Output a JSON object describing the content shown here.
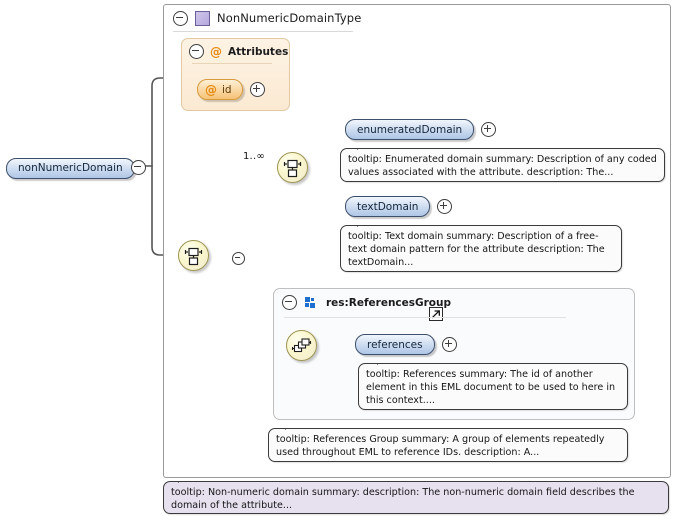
{
  "diagram": {
    "root_element": {
      "label": "nonNumericDomain",
      "expander": "minus-icon"
    },
    "type_container": {
      "title": "NonNumericDomainType",
      "icon": "type-square-icon",
      "expander": "minus-icon"
    },
    "attributes_panel": {
      "title": "Attributes",
      "icon": "at-icon",
      "expander": "minus-icon",
      "items": [
        {
          "label": "id",
          "icon": "at-icon",
          "expander": "plus-icon"
        }
      ]
    },
    "choice_node": {
      "icon": "choice-icon",
      "occurs": "1..∞",
      "expander": "minus-icon"
    },
    "sequence_node_root": {
      "icon": "choice-icon",
      "expander": "minus-icon"
    },
    "sequence_node_group": {
      "icon": "sequence-icon",
      "expander": "minus-icon"
    },
    "elements": [
      {
        "label": "enumeratedDomain",
        "expander": "plus-icon"
      },
      {
        "label": "textDomain",
        "expander": "plus-icon"
      },
      {
        "label": "references",
        "expander": "plus-icon"
      }
    ],
    "group_panel": {
      "title": "res:ReferencesGroup",
      "icon": "group-icon",
      "expander": "minus-icon",
      "goto_icon": "goto-arrow-icon"
    },
    "tooltips": {
      "enumerated_domain": "tooltip: Enumerated domain summary: Description of any coded values associated with the attribute. description: The...",
      "text_domain": "tooltip: Text domain summary: Description of a free-text domain pattern for the attribute description: The textDomain...",
      "references": "tooltip: References summary: The id of another element in this EML document to be used to here in this context....",
      "references_group": "tooltip: References Group summary: A group of elements repeatedly used throughout EML to reference IDs. description: A...",
      "non_numeric_domain": "tooltip: Non-numeric domain summary: description: The non-numeric domain field describes the domain of the attribute..."
    },
    "colors": {
      "element_fill": "#cddcf0",
      "attribute_fill": "#fad6a1",
      "node_fill": "#faf6cd",
      "group_icon": "#1f6fd0",
      "type_icon": "#b5a8dd",
      "root_tooltip_fill": "#e7e1ef"
    }
  }
}
